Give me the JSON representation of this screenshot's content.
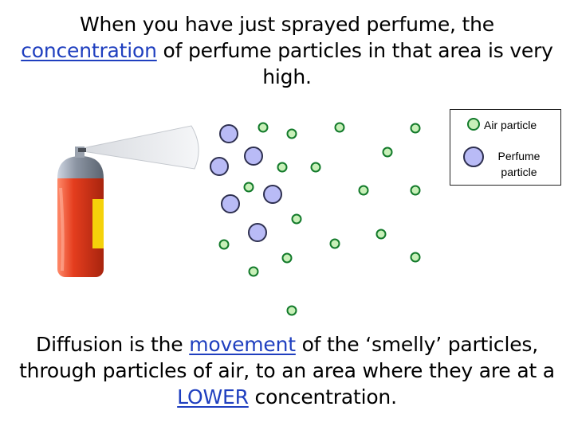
{
  "heading": {
    "pre": "When you have just sprayed perfume, the ",
    "highlight": "concentration",
    "post": " of perfume particles in that area is very high."
  },
  "legend": {
    "air_label": "Air particle",
    "perfume_label": "Perfume particle"
  },
  "footer": {
    "part1": "Diffusion is the ",
    "highlight1": "movement",
    "part2": " of the ‘smelly’ particles, through particles of air, to an area where they are at a ",
    "highlight2": "LOWER",
    "part3": " concentration."
  },
  "colors": {
    "highlight_text": "#1f3fbf",
    "can_body": "#e43d1e",
    "can_label": "#f5d20a",
    "nozzle": "#8c95a3",
    "air_fill": "#c8f0b8",
    "air_stroke": "#127a2a",
    "perfume_fill": "#b9bbf6",
    "perfume_stroke": "#2e3050"
  },
  "particles": {
    "perfume": [
      [
        287,
        168
      ],
      [
        318,
        196
      ],
      [
        275,
        209
      ],
      [
        342,
        244
      ],
      [
        289,
        256
      ],
      [
        323,
        292
      ]
    ],
    "air": [
      [
        330,
        160
      ],
      [
        366,
        168
      ],
      [
        426,
        160
      ],
      [
        521,
        161
      ],
      [
        486,
        191
      ],
      [
        354,
        210
      ],
      [
        396,
        210
      ],
      [
        312,
        235
      ],
      [
        456,
        239
      ],
      [
        521,
        239
      ],
      [
        372,
        275
      ],
      [
        478,
        294
      ],
      [
        281,
        307
      ],
      [
        420,
        306
      ],
      [
        360,
        324
      ],
      [
        521,
        323
      ],
      [
        318,
        341
      ],
      [
        366,
        390
      ]
    ]
  }
}
